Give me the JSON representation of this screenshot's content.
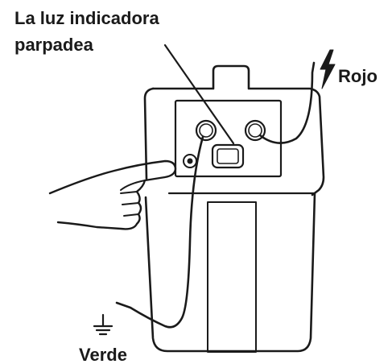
{
  "labels": {
    "indicator_line1": "La luz indicadora",
    "indicator_line2": "parpadea",
    "live": "Rojo",
    "ground": "Verde"
  },
  "icons": {
    "live": "lightning-bolt-icon",
    "ground": "ground-symbol-icon",
    "hand": "pointing-hand-icon"
  },
  "colors": {
    "ink": "#1a1a1a",
    "background": "#ffffff"
  }
}
